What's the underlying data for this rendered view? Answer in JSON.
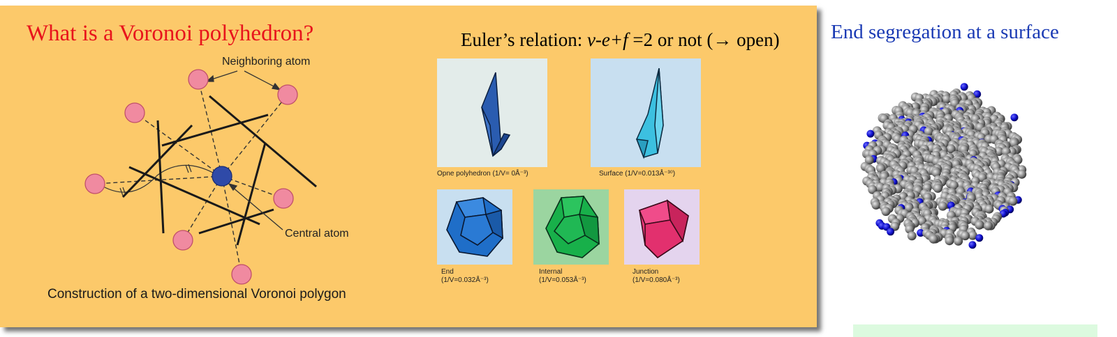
{
  "left_panel": {
    "title": "What is a Voronoi polyhedron?",
    "neighboring_label": "Neighboring atom",
    "central_label": "Central atom",
    "caption": "Construction of a two-dimensional Voronoi polygon",
    "colors": {
      "background": "#fcc96a",
      "title": "#e8141c",
      "neighbor_atom": "#f08aa0",
      "central_atom": "#2f4aa8"
    }
  },
  "euler": {
    "prefix": "Euler’s relation: ",
    "formula": "v-e+f",
    "suffix": " =2 or not (→ open)"
  },
  "tiles": [
    {
      "name": "open",
      "label": "Opne polyhedron (1/V= 0Å⁻³)",
      "bg": "#e3ecea",
      "color": "#2a5cb0"
    },
    {
      "name": "surface",
      "label": "Surface (1/V=0.013Å⁻³⁰)",
      "bg": "#c8dff0",
      "color": "#3cc0e0"
    },
    {
      "name": "end",
      "label_line1": "End",
      "label_line2": "(1/V=0.032Å⁻³)",
      "bg": "#c8dff0",
      "color": "#1f6ec8"
    },
    {
      "name": "internal",
      "label_line1": "Internal",
      "label_line2": "(1/V=0.053Å⁻³)",
      "bg": "#9bd5a0",
      "color": "#18b04a"
    },
    {
      "name": "junction",
      "label_line1": "Junction",
      "label_line2": "(1/V=0.080Å⁻³)",
      "bg": "#e4d4ee",
      "color": "#e83878"
    }
  ],
  "right_panel": {
    "title": "End segregation at a surface",
    "colors": {
      "title": "#1a3ab4",
      "bead": "#8a8a8a",
      "end_bead": "#1010d0"
    }
  }
}
